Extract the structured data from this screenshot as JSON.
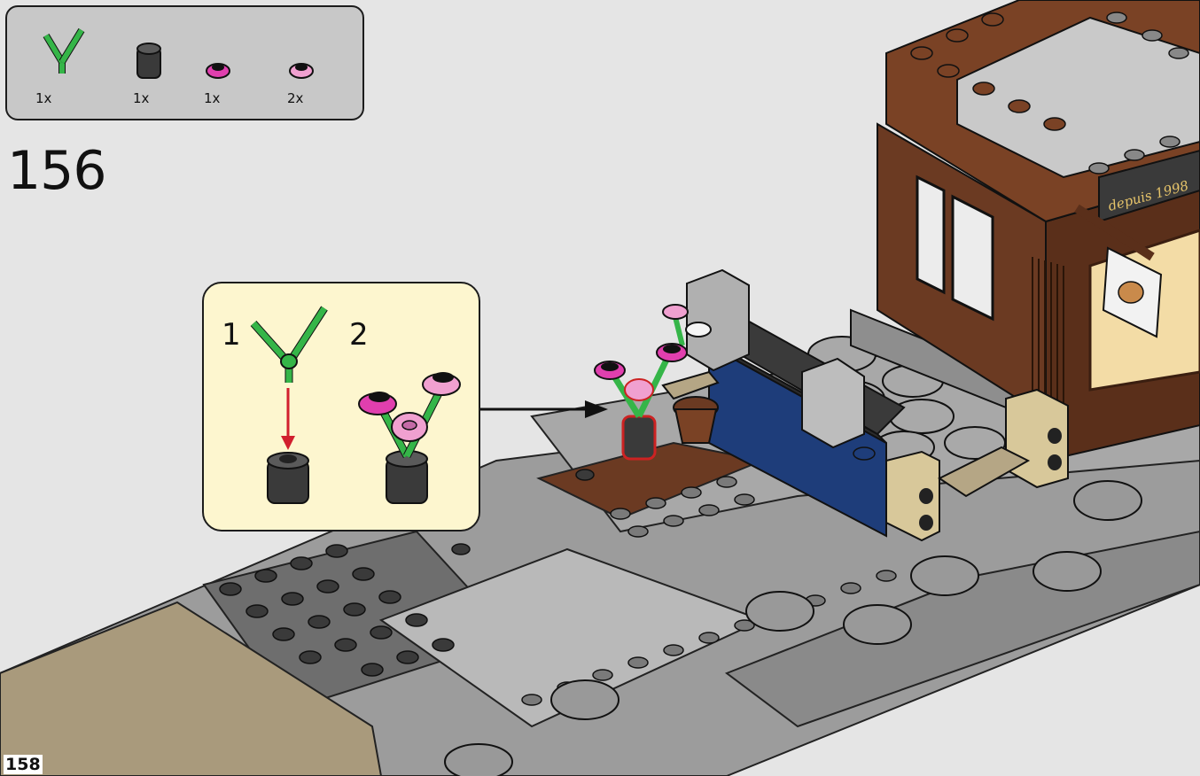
{
  "step": {
    "number": "156"
  },
  "page": {
    "number": "158"
  },
  "parts_list": [
    {
      "icon": "green-plant-stem-icon",
      "qty": "1x",
      "color": "#35b548"
    },
    {
      "icon": "black-round-brick-icon",
      "qty": "1x",
      "color": "#3a3a3a"
    },
    {
      "icon": "magenta-flower-icon",
      "qty": "1x",
      "color": "#e03fae"
    },
    {
      "icon": "pink-flower-icon",
      "qty": "2x",
      "color": "#f0a0d0"
    }
  ],
  "callout": {
    "substeps": [
      "1",
      "2"
    ]
  },
  "sign": {
    "text": "depuis 1998"
  },
  "colors": {
    "background": "#e5e5e5",
    "parts_box": "#c8c8c8",
    "callout": "#fdf6cf",
    "arrow": "#d11f2e",
    "building_brown": "#6b3a22",
    "baseplate_gray": "#9c9c9c"
  }
}
